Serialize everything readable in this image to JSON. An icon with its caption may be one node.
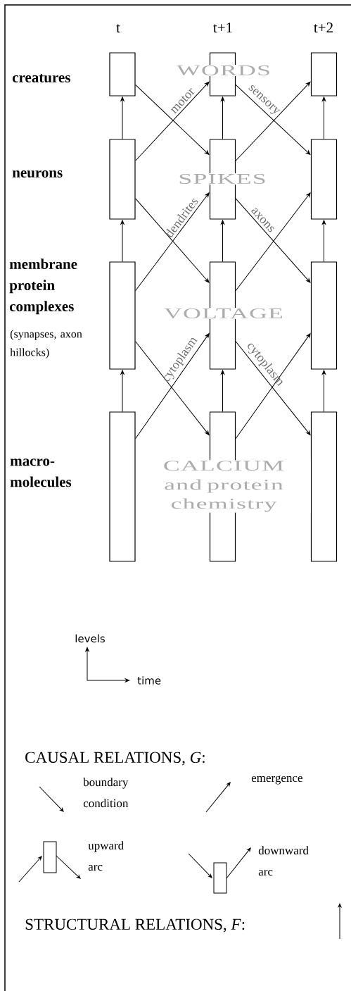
{
  "diagram": {
    "nodes": [
      {
        "text": [],
        "shape": "box"
      },
      {
        "text": [],
        "shape": "box"
      },
      {
        "text": [],
        "shape": "box"
      },
      {
        "text": [],
        "shape": "box"
      },
      {
        "text": [],
        "shape": "box"
      },
      {
        "text": [],
        "shape": "box"
      },
      {
        "text": [],
        "shape": "box"
      },
      {
        "text": [],
        "shape": "box"
      },
      {
        "text": [],
        "shape": "box"
      },
      {
        "text": [],
        "shape": "box"
      },
      {
        "text": [],
        "shape": "box"
      },
      {
        "text": [],
        "shape": "box"
      }
    ],
    "edges": [
      {
        "from": 9,
        "to": 6,
        "arrow": "to"
      },
      {
        "from": 6,
        "to": 3,
        "arrow": "to"
      },
      {
        "from": 3,
        "to": 0,
        "arrow": "to"
      },
      {
        "from": 10,
        "to": 7,
        "arrow": "to"
      },
      {
        "from": 7,
        "to": 4,
        "arrow": "to"
      },
      {
        "from": 4,
        "to": 1,
        "arrow": "to"
      },
      {
        "from": 11,
        "to": 8,
        "arrow": "to"
      },
      {
        "from": 8,
        "to": 5,
        "arrow": "to"
      },
      {
        "from": 5,
        "to": 2,
        "arrow": "to"
      },
      {
        "from": 0,
        "to": 4,
        "arrow": "to"
      },
      {
        "from": 3,
        "to": 1,
        "arrow": "to",
        "label": "motor"
      },
      {
        "from": 3,
        "to": 7,
        "arrow": "to"
      },
      {
        "from": 6,
        "to": 4,
        "arrow": "to",
        "label": "dendrites"
      },
      {
        "from": 6,
        "to": 10,
        "arrow": "to"
      },
      {
        "from": 9,
        "to": 7,
        "arrow": "to",
        "label": "cytoplasm"
      },
      {
        "from": 1,
        "to": 5,
        "arrow": "to",
        "label": "sensory"
      },
      {
        "from": 4,
        "to": 2,
        "arrow": "to"
      },
      {
        "from": 4,
        "to": 8,
        "arrow": "to",
        "label": "axons"
      },
      {
        "from": 7,
        "to": 5,
        "arrow": "to"
      },
      {
        "from": 7,
        "to": 11,
        "arrow": "to",
        "label": "cytoplasm"
      },
      {
        "from": 10,
        "to": 8,
        "arrow": "to"
      }
    ],
    "labels": [
      "t",
      "t+1",
      "t+2",
      "creatures",
      "WORDS",
      "neurons",
      "SPIKES",
      "membrane protein complexes",
      "VOLTAGE",
      "(synapses, axon hillocks)",
      "macro-molecules",
      "CALCIUM and protein chemistry",
      "levels",
      "time",
      "CAUSAL RELATIONS, *G*:"
    ],
    "legend": [
      {
        "text": "boundary condition"
      },
      {
        "text": "emergence"
      },
      {
        "text": "upward arc"
      },
      {
        "text": "downward arc"
      },
      {
        "text": "STRUCTURAL RELATIONS, *F*:"
      }
    ]
  }
}
